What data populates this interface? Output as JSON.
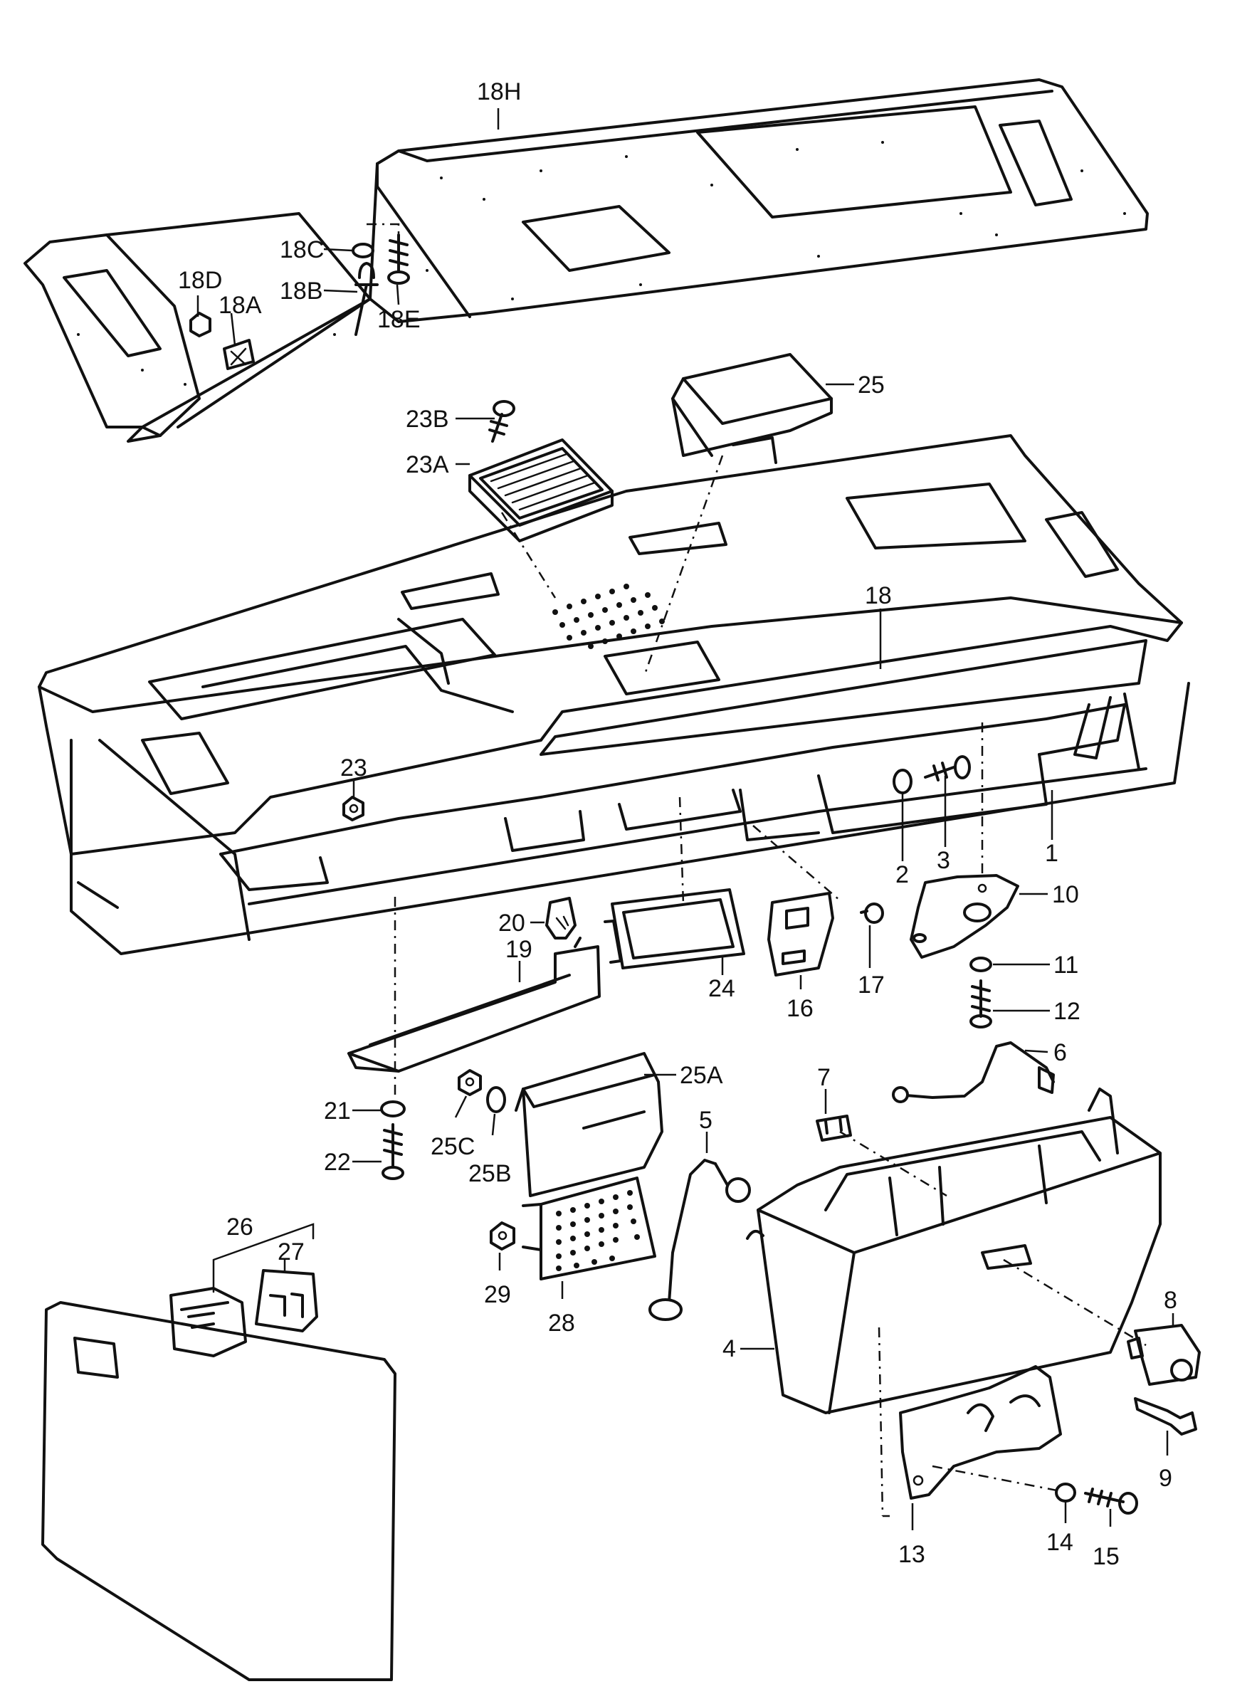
{
  "colors": {
    "ink": "#111111",
    "paper": "#ffffff"
  },
  "labels": [
    {
      "id": "18H",
      "text": "18H"
    },
    {
      "id": "18C",
      "text": "18C"
    },
    {
      "id": "18D",
      "text": "18D"
    },
    {
      "id": "18A",
      "text": "18A"
    },
    {
      "id": "18B",
      "text": "18B"
    },
    {
      "id": "18E",
      "text": "18E"
    },
    {
      "id": "23B",
      "text": "23B"
    },
    {
      "id": "23A",
      "text": "23A"
    },
    {
      "id": "25",
      "text": "25"
    },
    {
      "id": "18",
      "text": "18"
    },
    {
      "id": "23",
      "text": "23"
    },
    {
      "id": "1",
      "text": "1"
    },
    {
      "id": "2",
      "text": "2"
    },
    {
      "id": "3",
      "text": "3"
    },
    {
      "id": "10",
      "text": "10"
    },
    {
      "id": "20",
      "text": "20"
    },
    {
      "id": "19",
      "text": "19"
    },
    {
      "id": "24",
      "text": "24"
    },
    {
      "id": "16",
      "text": "16"
    },
    {
      "id": "17",
      "text": "17"
    },
    {
      "id": "11",
      "text": "11"
    },
    {
      "id": "12",
      "text": "12"
    },
    {
      "id": "6",
      "text": "6"
    },
    {
      "id": "25A",
      "text": "25A"
    },
    {
      "id": "7",
      "text": "7"
    },
    {
      "id": "21",
      "text": "21"
    },
    {
      "id": "5",
      "text": "5"
    },
    {
      "id": "22",
      "text": "22"
    },
    {
      "id": "25C",
      "text": "25C"
    },
    {
      "id": "25B",
      "text": "25B"
    },
    {
      "id": "26",
      "text": "26"
    },
    {
      "id": "27",
      "text": "27"
    },
    {
      "id": "29",
      "text": "29"
    },
    {
      "id": "28",
      "text": "28"
    },
    {
      "id": "4",
      "text": "4"
    },
    {
      "id": "8",
      "text": "8"
    },
    {
      "id": "9",
      "text": "9"
    },
    {
      "id": "13",
      "text": "13"
    },
    {
      "id": "14",
      "text": "14"
    },
    {
      "id": "15",
      "text": "15"
    }
  ]
}
